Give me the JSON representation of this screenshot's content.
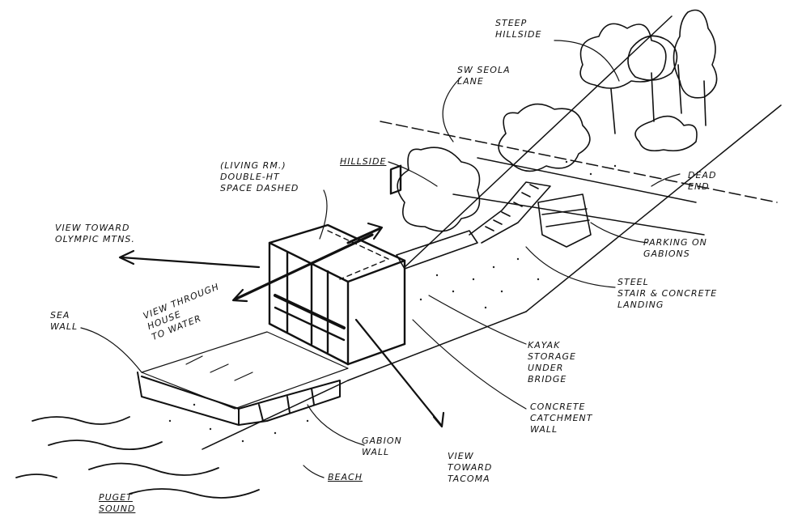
{
  "labels": {
    "steep_hillside": "STEEP\nHILLSIDE",
    "sw_seola_lane": "SW SEOLA\nLANE",
    "hillside": "HILLSIDE",
    "dead_end": "DEAD\nEND",
    "living_rm": "(LIVING RM.)\nDOUBLE-HT\nSPACE DASHED",
    "view_olympic": "VIEW TOWARD\nOLYMPIC MTNS.",
    "parking_gabions": "PARKING ON\nGABIONS",
    "steel_stair": "STEEL\nSTAIR & CONCRETE\nLANDING",
    "sea_wall": "SEA\nWALL",
    "view_through": "VIEW THROUGH\nHOUSE\nTO WATER",
    "kayak_storage": "KAYAK\nSTORAGE\nUNDER\nBRIDGE",
    "concrete_catchment": "CONCRETE\nCATCHMENT\nWALL",
    "gabion_wall": "GABION\nWALL",
    "view_tacoma": "VIEW\nTOWARD\nTACOMA",
    "beach": "BEACH",
    "puget_sound": "PUGET\nSOUND"
  }
}
